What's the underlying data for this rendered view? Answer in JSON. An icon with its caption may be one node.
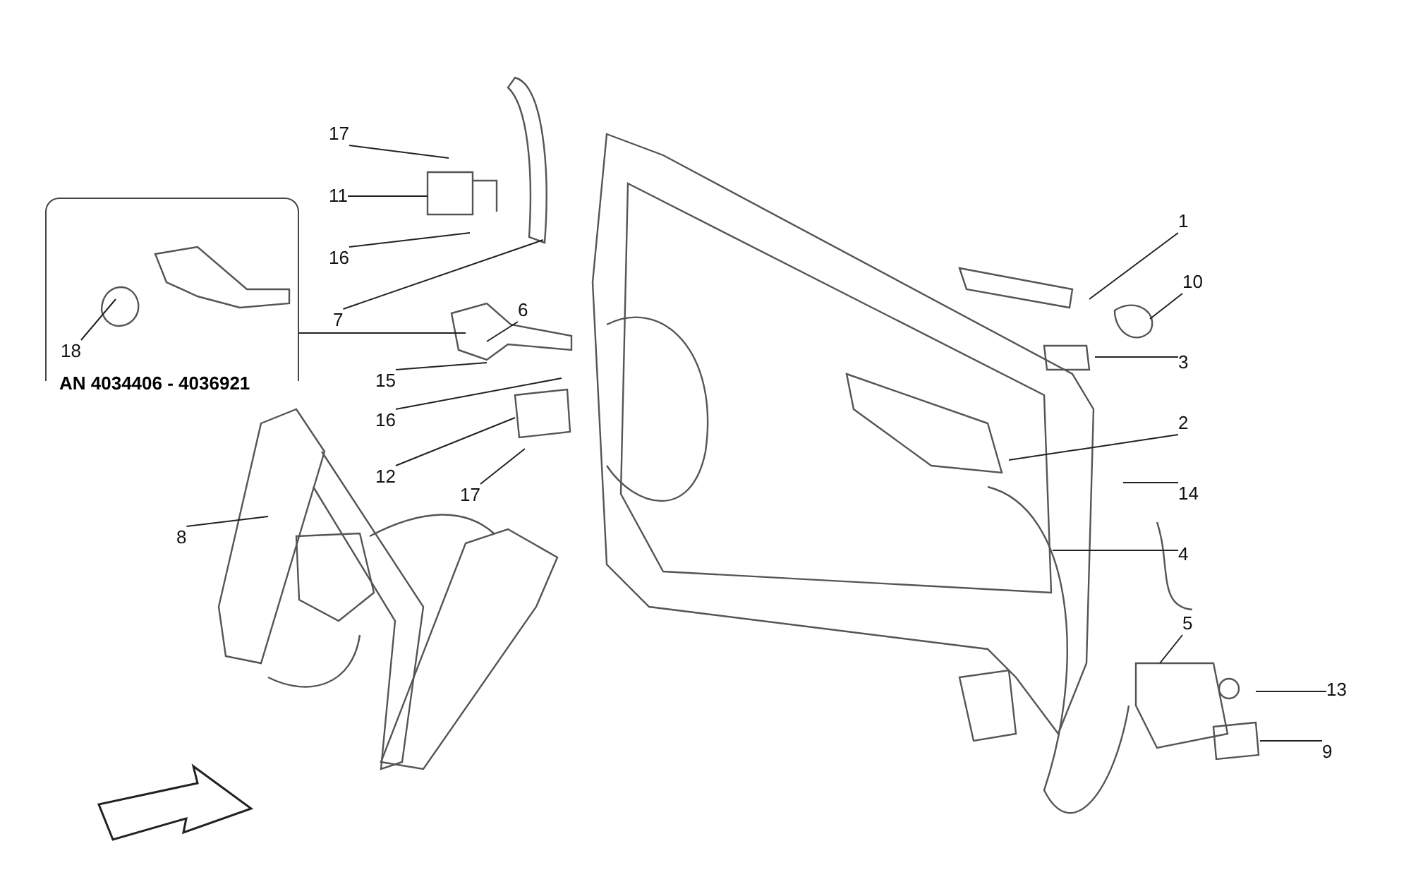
{
  "diagram": {
    "nodes": [
      {
        "text": [
          "AN 4034406 - 4036921"
        ]
      },
      {
        "text": [
          "18"
        ],
        "in": 0
      },
      {
        "text": [
          "17"
        ]
      },
      {
        "text": [
          "11"
        ]
      },
      {
        "text": [
          "16"
        ]
      },
      {
        "text": [
          "7"
        ]
      },
      {
        "text": [
          "6"
        ]
      },
      {
        "text": [
          "15"
        ]
      },
      {
        "text": [
          "16"
        ]
      },
      {
        "text": [
          "12"
        ]
      },
      {
        "text": [
          "17"
        ]
      },
      {
        "text": [
          "8"
        ]
      },
      {
        "text": [
          "1"
        ]
      },
      {
        "text": [
          "10"
        ]
      },
      {
        "text": [
          "3"
        ]
      },
      {
        "text": [
          "2"
        ]
      },
      {
        "text": [
          "14"
        ]
      },
      {
        "text": [
          "4"
        ]
      },
      {
        "text": [
          "5"
        ]
      },
      {
        "text": [
          "13"
        ]
      },
      {
        "text": [
          "9"
        ]
      }
    ],
    "edges": [
      {
        "from": 0,
        "to": null,
        "arrow": "none"
      },
      {
        "from": 1,
        "to": null,
        "arrow": "none"
      },
      {
        "from": 2,
        "to": null,
        "arrow": "none"
      },
      {
        "from": 3,
        "to": null,
        "arrow": "none"
      },
      {
        "from": 4,
        "to": null,
        "arrow": "none"
      },
      {
        "from": 5,
        "to": null,
        "arrow": "none"
      },
      {
        "from": 6,
        "to": null,
        "arrow": "none"
      },
      {
        "from": 7,
        "to": null,
        "arrow": "none"
      },
      {
        "from": 8,
        "to": null,
        "arrow": "none"
      },
      {
        "from": 9,
        "to": null,
        "arrow": "none"
      },
      {
        "from": 10,
        "to": null,
        "arrow": "none"
      },
      {
        "from": 11,
        "to": null,
        "arrow": "none"
      },
      {
        "from": 12,
        "to": null,
        "arrow": "none"
      },
      {
        "from": 13,
        "to": null,
        "arrow": "none"
      },
      {
        "from": 14,
        "to": null,
        "arrow": "none"
      },
      {
        "from": 15,
        "to": null,
        "arrow": "none"
      },
      {
        "from": 16,
        "to": null,
        "arrow": "none"
      },
      {
        "from": 17,
        "to": null,
        "arrow": "none"
      },
      {
        "from": 18,
        "to": null,
        "arrow": "none"
      },
      {
        "from": 19,
        "to": null,
        "arrow": "none"
      },
      {
        "from": 20,
        "to": null,
        "arrow": "none"
      }
    ]
  }
}
